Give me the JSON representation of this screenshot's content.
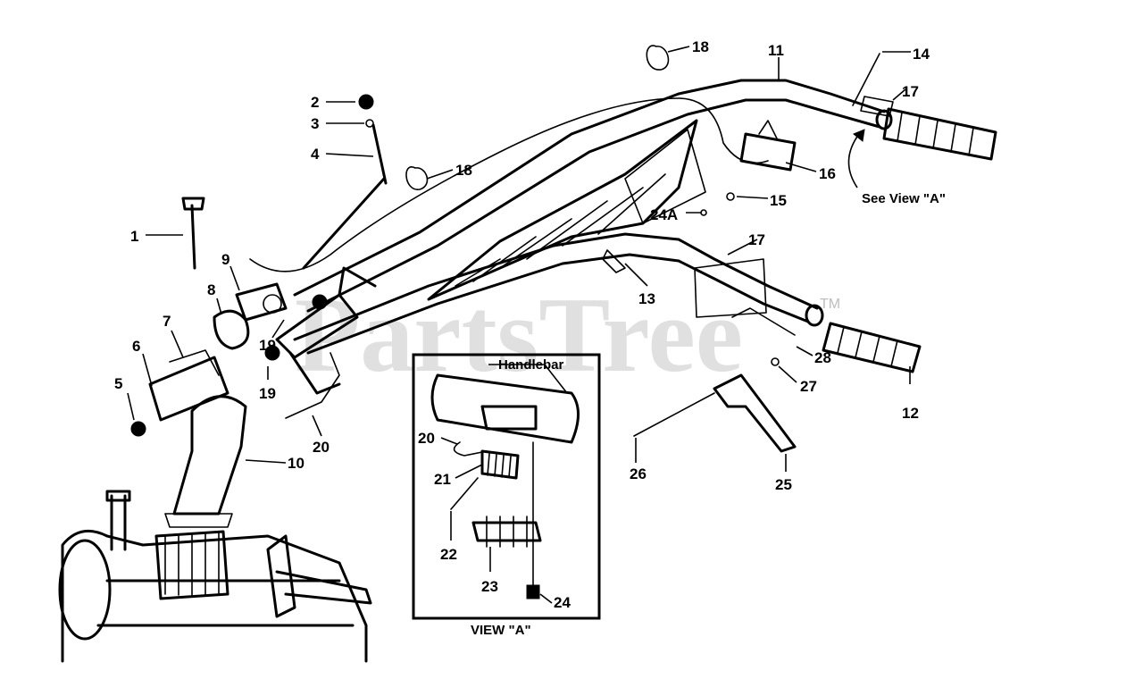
{
  "watermark": {
    "text": "PartsTree",
    "trademark": "TM"
  },
  "callouts": [
    {
      "id": "c1",
      "text": "1"
    },
    {
      "id": "c2",
      "text": "2"
    },
    {
      "id": "c3",
      "text": "3"
    },
    {
      "id": "c4",
      "text": "4"
    },
    {
      "id": "c5",
      "text": "5"
    },
    {
      "id": "c6",
      "text": "6"
    },
    {
      "id": "c7",
      "text": "7"
    },
    {
      "id": "c8",
      "text": "8"
    },
    {
      "id": "c9",
      "text": "9"
    },
    {
      "id": "c10",
      "text": "10"
    },
    {
      "id": "c11",
      "text": "11"
    },
    {
      "id": "c12",
      "text": "12"
    },
    {
      "id": "c13",
      "text": "13"
    },
    {
      "id": "c14",
      "text": "14"
    },
    {
      "id": "c15",
      "text": "15"
    },
    {
      "id": "c16",
      "text": "16"
    },
    {
      "id": "c17a",
      "text": "17"
    },
    {
      "id": "c17b",
      "text": "17"
    },
    {
      "id": "c18a",
      "text": "18"
    },
    {
      "id": "c18b",
      "text": "18"
    },
    {
      "id": "c19a",
      "text": "19"
    },
    {
      "id": "c19b",
      "text": "19"
    },
    {
      "id": "c20",
      "text": "20"
    },
    {
      "id": "c24a",
      "text": "24A"
    },
    {
      "id": "c25",
      "text": "25"
    },
    {
      "id": "c26",
      "text": "26"
    },
    {
      "id": "c27",
      "text": "27"
    },
    {
      "id": "c28",
      "text": "28"
    },
    {
      "id": "v20",
      "text": "20"
    },
    {
      "id": "v21",
      "text": "21"
    },
    {
      "id": "v22",
      "text": "22"
    },
    {
      "id": "v23",
      "text": "23"
    },
    {
      "id": "v24",
      "text": "24"
    }
  ],
  "labels": {
    "see_view": "See View \"A\"",
    "handlebar": "Handlebar",
    "view_caption": "VIEW \"A\""
  }
}
